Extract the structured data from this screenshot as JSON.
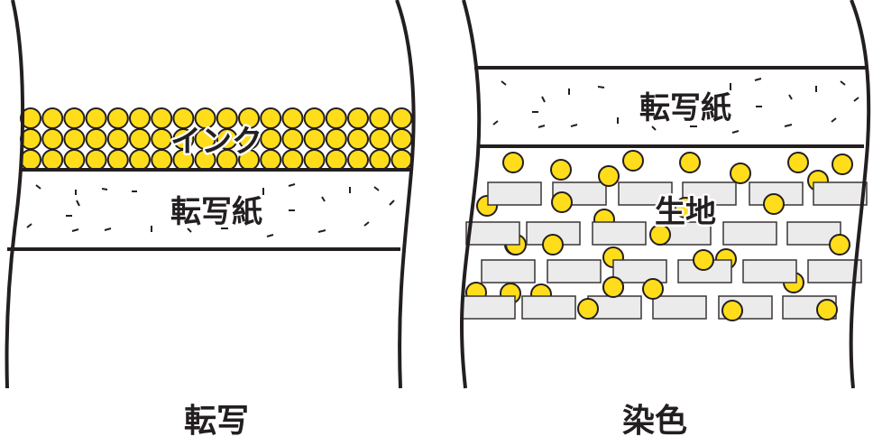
{
  "left_panel": {
    "ink_label": "インク",
    "paper_label": "転写紙",
    "caption": "転写"
  },
  "right_panel": {
    "paper_label": "転写紙",
    "fabric_label": "生地",
    "caption": "染色"
  },
  "colors": {
    "ink": "#ffdd1a",
    "outline": "#231f20",
    "fiber": "#ebebeb"
  }
}
